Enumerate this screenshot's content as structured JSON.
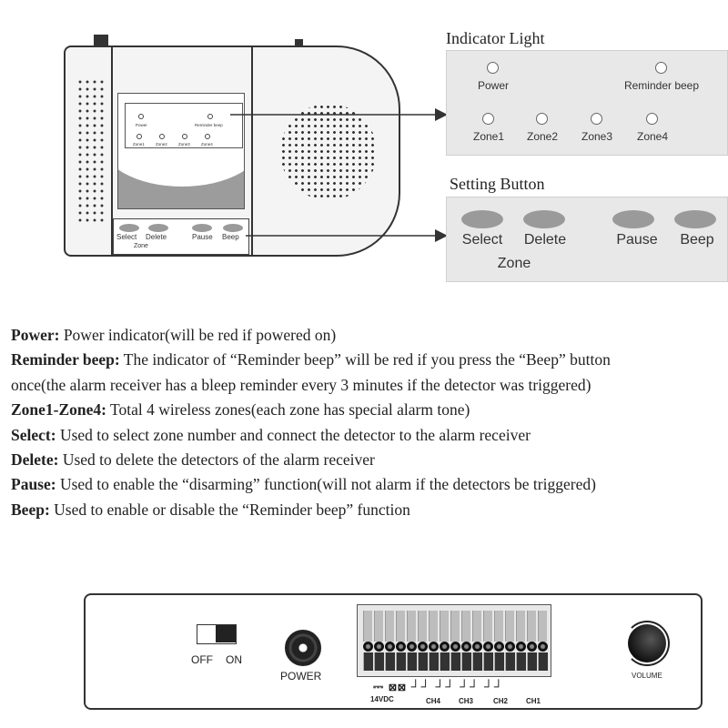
{
  "indicator": {
    "title": "Indicator Light",
    "power": "Power",
    "reminder": "Reminder beep",
    "zones": [
      "Zone1",
      "Zone2",
      "Zone3",
      "Zone4"
    ]
  },
  "settings": {
    "title": "Setting Button",
    "select": "Select",
    "delete": "Delete",
    "pause": "Pause",
    "beep": "Beep",
    "zone": "Zone"
  },
  "device": {
    "mini_power": "Power",
    "mini_reminder": "Reminder beep",
    "mini_zones": [
      "Zone1",
      "Zone2",
      "Zone3",
      "Zone4"
    ],
    "mini_select": "Select",
    "mini_delete": "Delete",
    "mini_pause": "Pause",
    "mini_beep": "Beep",
    "mini_zone": "Zone"
  },
  "descriptions": [
    {
      "term": "Power:",
      "text": " Power indicator(will be red if powered on)"
    },
    {
      "term": "Reminder beep:",
      "text": " The indicator of “Reminder beep” will be red if you press the “Beep” button"
    },
    {
      "term": "",
      "text": "once(the alarm receiver has a bleep reminder every 3 minutes if the detector was triggered)"
    },
    {
      "term": "Zone1-Zone4:",
      "text": " Total 4 wireless zones(each zone has special alarm tone)"
    },
    {
      "term": "Select:",
      "text": " Used to select zone number and connect the detector to the alarm receiver"
    },
    {
      "term": "Delete:",
      "text": " Used to delete the detectors of the alarm receiver"
    },
    {
      "term": "Pause:",
      "text": " Used to enable the “disarming” function(will not alarm if the detectors be triggered)"
    },
    {
      "term": "Beep:",
      "text": " Used to enable or disable the “Reminder beep” function"
    }
  ],
  "back_panel": {
    "off": "OFF",
    "on": "ON",
    "power": "POWER",
    "dc": "14VDC",
    "channels": [
      "CH4",
      "CH3",
      "CH2",
      "CH1"
    ],
    "volume": "VOLUME"
  }
}
